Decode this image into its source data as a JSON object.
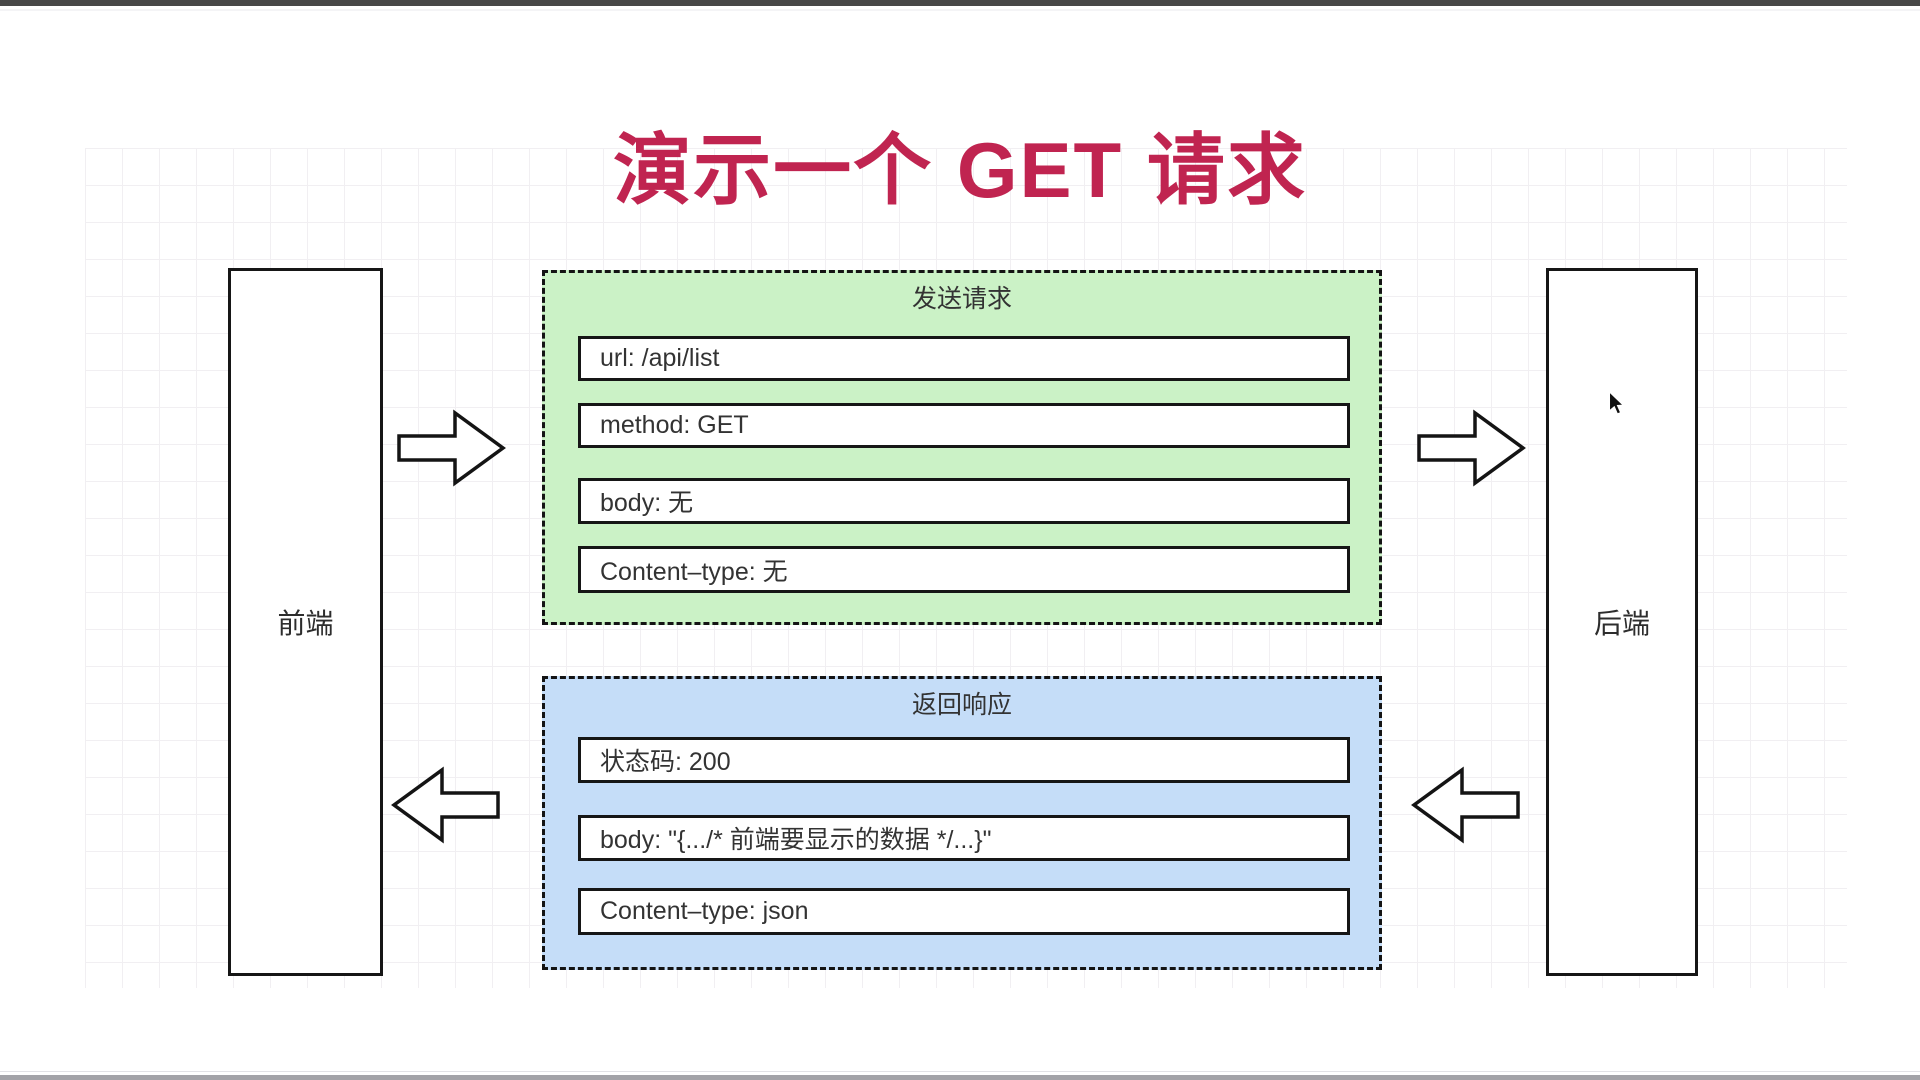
{
  "title": {
    "text": "演示一个 GET 请求",
    "color": "#c02450"
  },
  "nodes": {
    "frontend": {
      "label": "前端"
    },
    "backend": {
      "label": "后端"
    }
  },
  "request_group": {
    "title": "发送请求",
    "fill_color": "#cbf2c6",
    "items": [
      "url: /api/list",
      "method: GET",
      "body: 无",
      "Content–type: 无"
    ]
  },
  "response_group": {
    "title": "返回响应",
    "fill_color": "#c5ddf8",
    "items": [
      "状态码: 200",
      "body: \"{.../* 前端要显示的数据 */...}\"",
      "Content–type: json"
    ]
  },
  "icons": {
    "flow_arrows": [
      "arrow-right",
      "arrow-right",
      "arrow-left",
      "arrow-left"
    ],
    "cursor": "mouse-pointer"
  }
}
